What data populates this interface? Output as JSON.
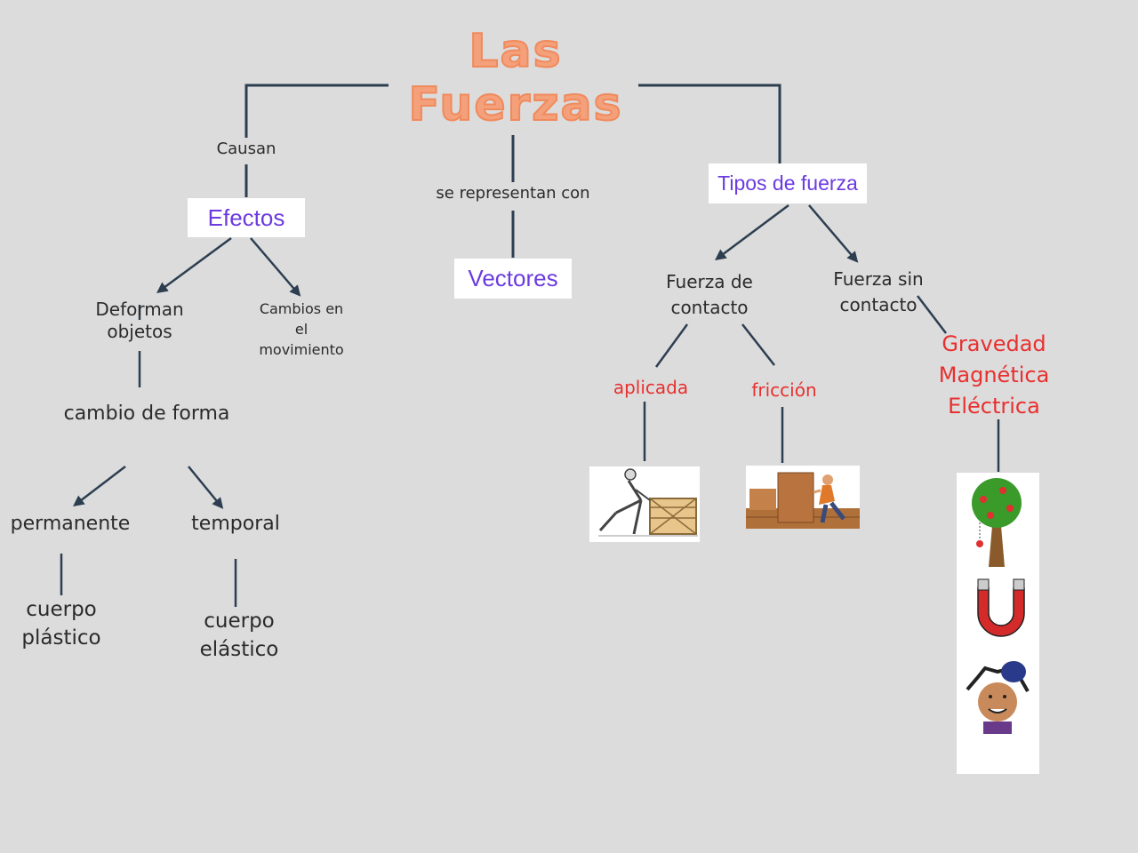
{
  "title": {
    "line1": "Las",
    "line2": "Fuerzas"
  },
  "connectors": {
    "causan": "Causan",
    "se_representan_con": "se representan con"
  },
  "boxes": {
    "efectos": "Efectos",
    "vectores": "Vectores",
    "tipos_de_fuerza": "Tipos de fuerza"
  },
  "efectos_branch": {
    "deforman": [
      "Deforman",
      "objetos"
    ],
    "cambios": [
      "Cambios en",
      "el",
      "movimiento"
    ],
    "cambio_de_forma": "cambio de forma",
    "permanente": "permanente",
    "temporal": "temporal",
    "cuerpo_plastico": [
      "cuerpo",
      "plástico"
    ],
    "cuerpo_elastico": [
      "cuerpo",
      "elástico"
    ]
  },
  "tipos_branch": {
    "contacto": [
      "Fuerza de",
      "contacto"
    ],
    "sin_contacto": [
      "Fuerza sin",
      "contacto"
    ],
    "aplicada": "aplicada",
    "friccion": "fricción",
    "no_contacto_types": [
      "Gravedad",
      "Magnética",
      "Eléctrica"
    ]
  },
  "colors": {
    "title": "#f08a5d",
    "box_text": "#6b3be0",
    "red_text": "#e8302f",
    "lines": "#2c3e50",
    "background": "#dcdcdc"
  },
  "illustrations": [
    "person-pushing-crate",
    "man-pushing-cabinet",
    "apple-tree",
    "horseshoe-magnet",
    "girl-with-balloon-hair"
  ]
}
